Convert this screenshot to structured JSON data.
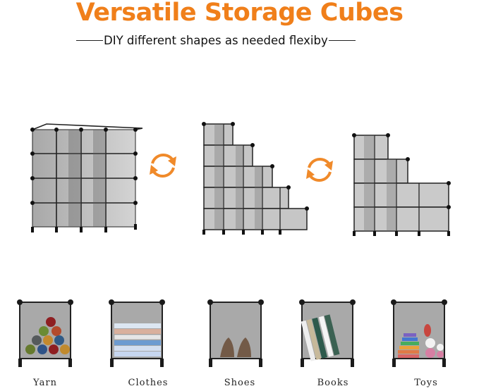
{
  "header": {
    "title": "Versatile Storage Cubes",
    "subtitle": "DIY different shapes as needed flexiby"
  },
  "configurations": [
    {
      "name": "4x4 square grid",
      "cubes": 16
    },
    {
      "name": "5-step staircase",
      "cubes": 15
    },
    {
      "name": "3-step staircase",
      "cubes": 12
    }
  ],
  "icons": {
    "transform_1": "refresh-arrows-icon",
    "transform_2": "refresh-arrows-icon"
  },
  "uses": [
    {
      "label": "Yarn"
    },
    {
      "label": "Clothes"
    },
    {
      "label": "Shoes"
    },
    {
      "label": "Books"
    },
    {
      "label": "Toys"
    }
  ],
  "colors": {
    "accent": "#f07f1a",
    "panel": "#9a9a9a",
    "frame": "#1c1c1c"
  }
}
